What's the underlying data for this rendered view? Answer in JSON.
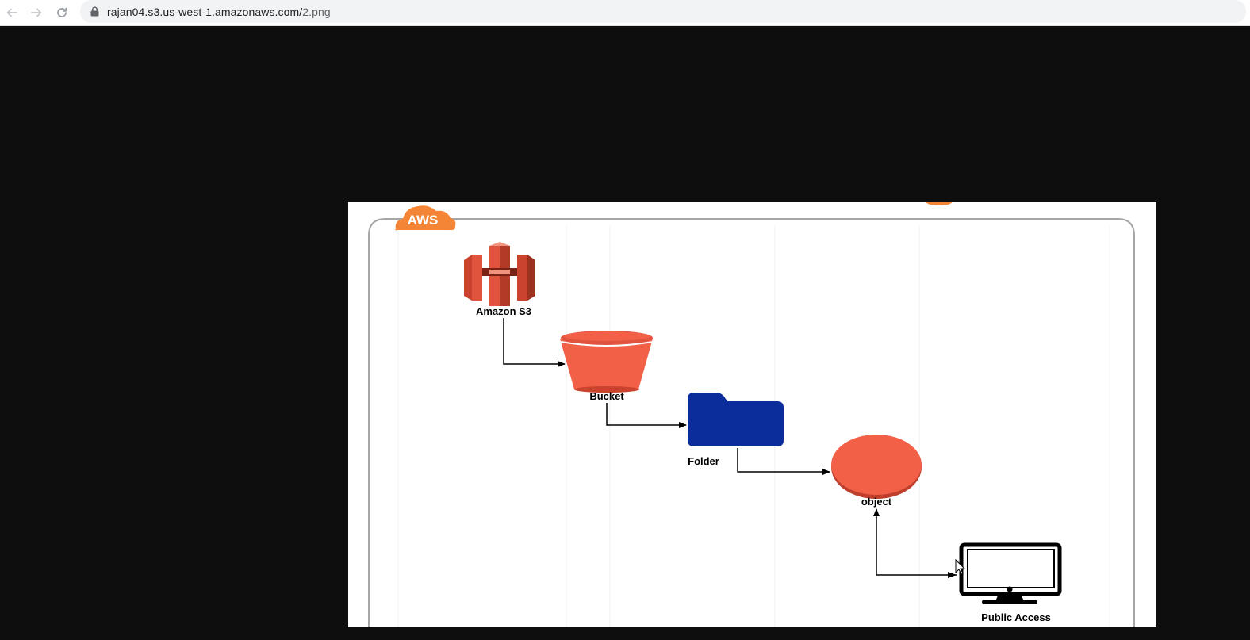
{
  "browser": {
    "back_label": "Back",
    "forward_label": "Forward",
    "reload_label": "Reload",
    "url_host": "rajan04.s3.us-west-1.amazonaws.com/",
    "url_path": "2.png"
  },
  "diagram": {
    "group_label": "AWS",
    "nodes": {
      "s3": "Amazon S3",
      "bucket": "Bucket",
      "folder": "Folder",
      "object": "object",
      "public": "Public Access"
    },
    "colors": {
      "aws_orange": "#f58536",
      "s3_red": "#e0533d",
      "folder_blue": "#0a2d9b"
    }
  }
}
